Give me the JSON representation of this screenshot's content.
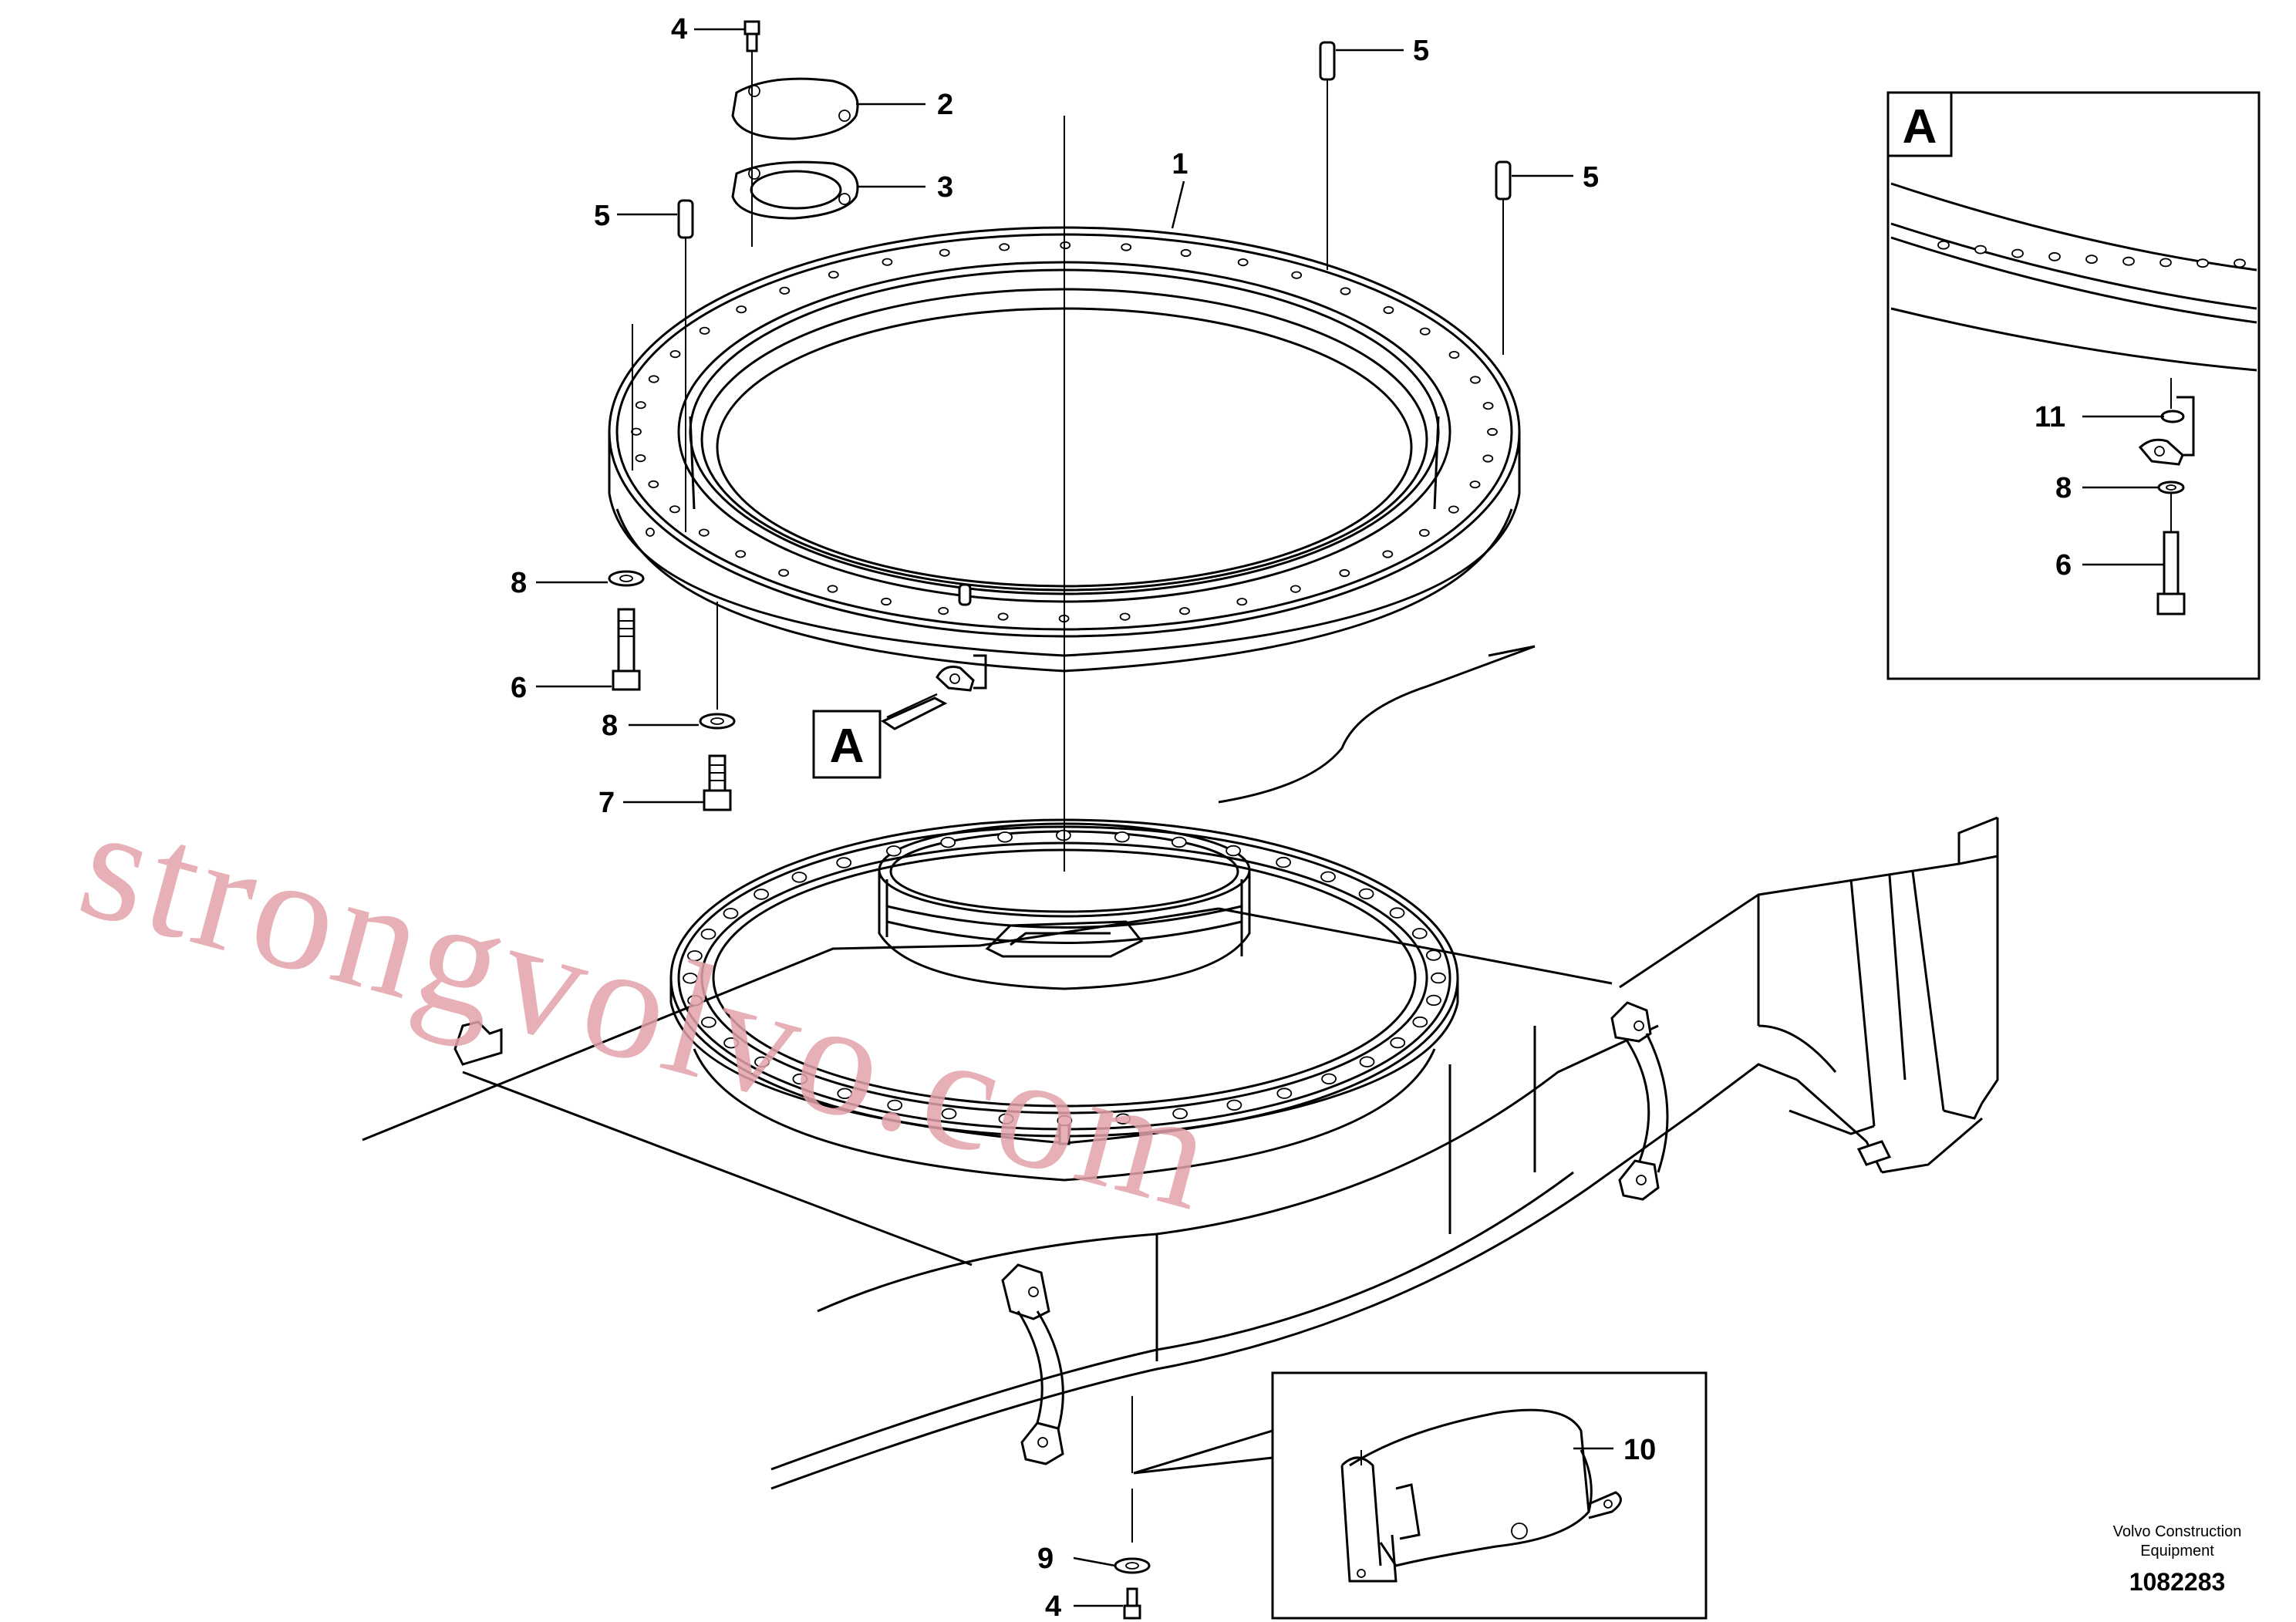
{
  "callouts": {
    "c1": "1",
    "c2": "2",
    "c3": "3",
    "c4_top": "4",
    "c4_bottom": "4",
    "c5_left": "5",
    "c5_mid": "5",
    "c5_right": "5",
    "c6_main": "6",
    "c6_detail": "6",
    "c7": "7",
    "c8_upper": "8",
    "c8_lower": "8",
    "c8_detail": "8",
    "c9": "9",
    "c10": "10",
    "c11": "11"
  },
  "view_marker": "A",
  "detail_title": "A",
  "credit": {
    "line1": "Volvo Construction",
    "line2": "Equipment"
  },
  "drawing_number": "1082283",
  "watermark": "strongvolvo.com",
  "colors": {
    "line": "#000000",
    "background": "#ffffff",
    "watermark": "#e3a3ab"
  }
}
